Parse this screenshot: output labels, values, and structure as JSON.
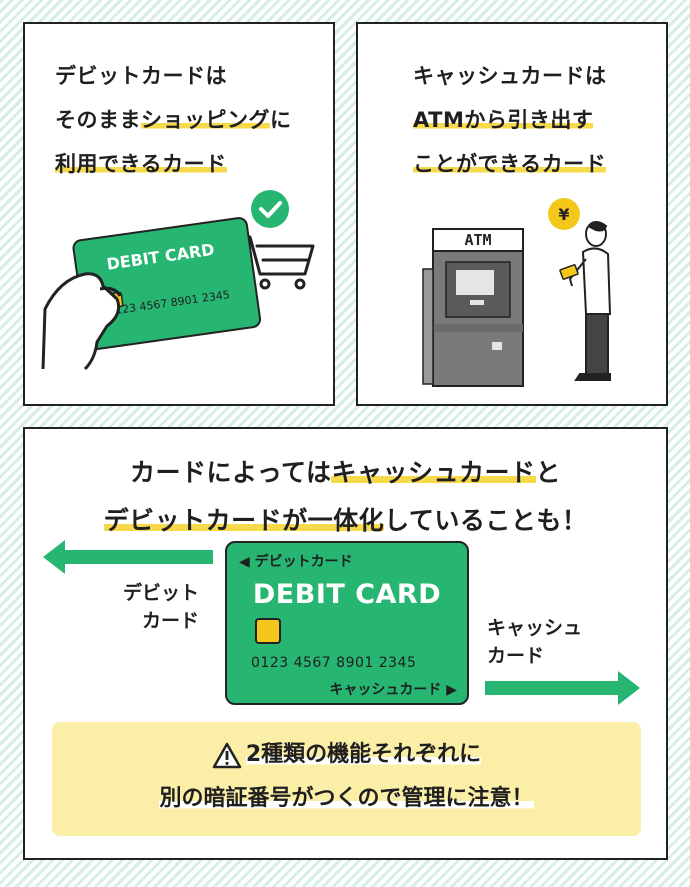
{
  "panel1": {
    "lines": [
      {
        "pre": "デビットカードは",
        "hl": "",
        "post": ""
      },
      {
        "pre": "そのまま",
        "hl": "ショッピング",
        "post": "に"
      },
      {
        "pre": "",
        "hl": "利用できるカード",
        "post": ""
      }
    ],
    "card_title": "DEBIT CARD",
    "card_number": "0123 4567 8901 2345"
  },
  "panel2": {
    "lines": [
      {
        "pre": "キャッシュカードは",
        "hl": "",
        "post": ""
      },
      {
        "pre": "",
        "hl": "ATMから引き出す",
        "post": ""
      },
      {
        "pre": "",
        "hl": "ことができるカード",
        "post": ""
      }
    ],
    "atm_label": "ATM",
    "yen": "¥"
  },
  "panel3": {
    "line1_pre": "カードによっては",
    "line1_hl": "キャッシュカード",
    "line1_post": "と",
    "line2_hl": "デビットカードが一体化",
    "line2_post": "していることも！",
    "left_label_1": "デビット",
    "left_label_2": "カード",
    "right_label_1": "キャッシュ",
    "right_label_2": "カード",
    "card_top": "デビットカード",
    "card_title": "DEBIT CARD",
    "card_number": "0123 4567 8901 2345",
    "card_bottom": "キャッシュカード",
    "note_line1_hl_a": "2種類の機能",
    "note_line1_b": "それぞれに",
    "note_line2_a": "別の暗証番号がつくので",
    "note_line2_b": "管理に注意！"
  },
  "colors": {
    "green": "#27b672",
    "highlight": "#f7d94c",
    "note_bg": "#fbeea7"
  }
}
